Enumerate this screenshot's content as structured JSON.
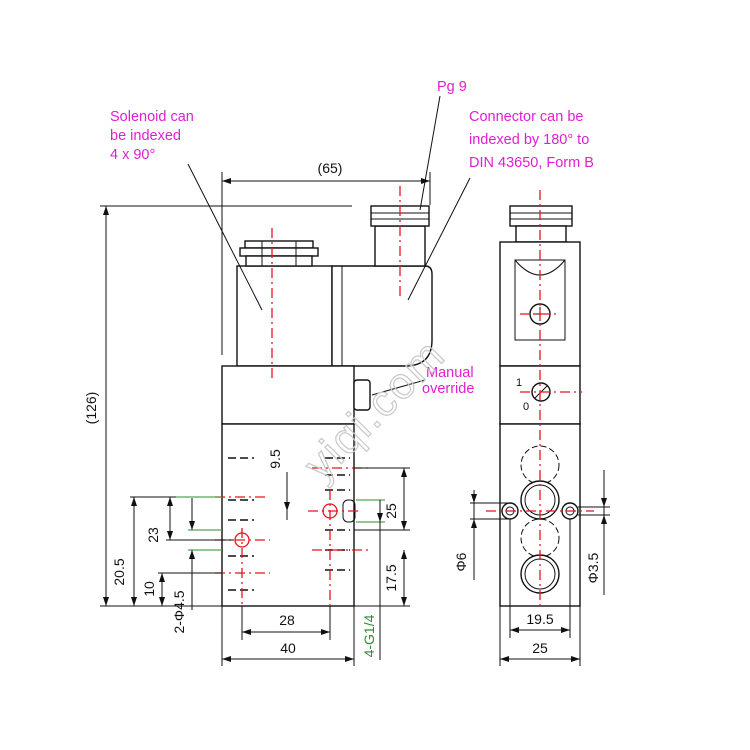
{
  "colors": {
    "annotation": "#e020d0",
    "centerline": "#e8141c",
    "dimension": "#111111",
    "thread_dim": "#2e8b2e"
  },
  "annotations": {
    "solenoid_line1": "Solenoid can",
    "solenoid_line2": "be indexed",
    "solenoid_line3": "4 x 90°",
    "pg": "Pg 9",
    "connector_line1": "Connector can be",
    "connector_line2": "indexed by 180° to",
    "connector_line3": "DIN 43650, Form B",
    "manual_line1": "Manual",
    "manual_line2": "override"
  },
  "watermark": "yiqi.com",
  "override_labels": {
    "on": "1",
    "off": "0"
  },
  "dimensions": {
    "overall_height": "(126)",
    "top_width": "(65)",
    "d9_5": "9.5",
    "d23": "23",
    "d20_5": "20.5",
    "d10": "10",
    "d2_phi4_5": "2-Φ4.5",
    "d28": "28",
    "d40": "40",
    "d25_side": "25",
    "d17_5": "17.5",
    "d4_g1_4": "4-G1/4",
    "d_phi6": "Φ6",
    "d19_5": "19.5",
    "d25_bottom": "25",
    "d_phi3_5": "Φ3.5"
  }
}
